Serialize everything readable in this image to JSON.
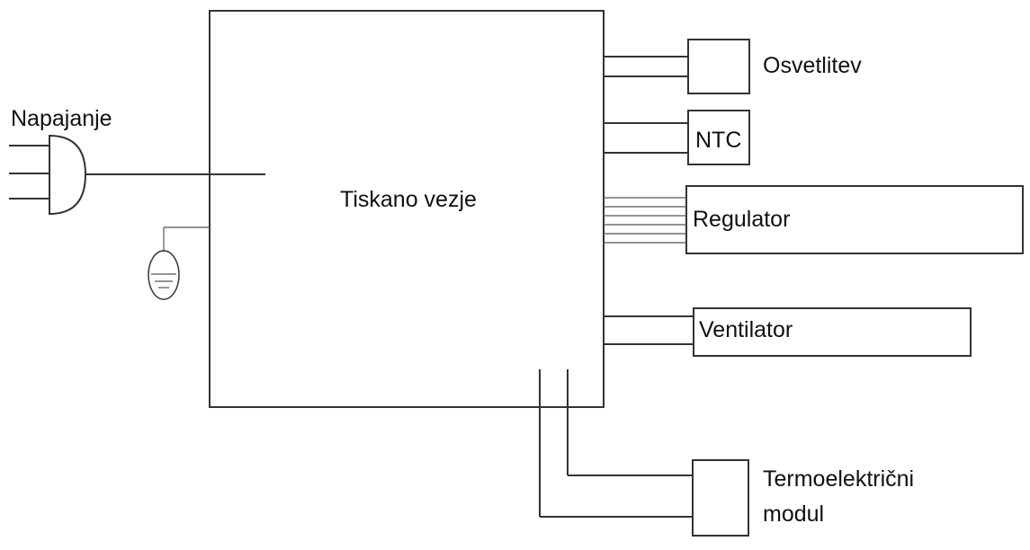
{
  "diagram": {
    "main_block": {
      "label": "Tiskano vezje"
    },
    "power": {
      "label": "Napajanje",
      "plug_icon": "power-plug-icon",
      "ground_icon": "ground-symbol-icon"
    },
    "components": {
      "lighting": {
        "label": "Osvetlitev"
      },
      "ntc": {
        "label": "NTC"
      },
      "regulator": {
        "label": "Regulator"
      },
      "fan": {
        "label": "Ventilator"
      },
      "thermo": {
        "label_line1": "Termoelektrični",
        "label_line2": "modul"
      }
    }
  }
}
